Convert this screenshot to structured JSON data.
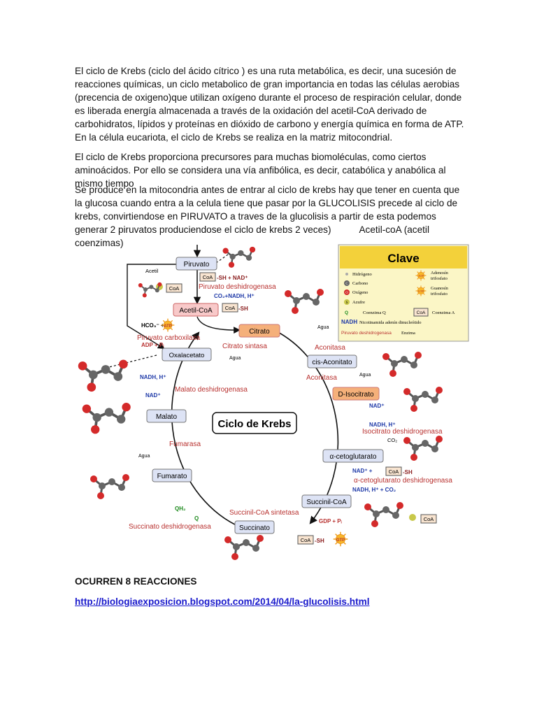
{
  "paragraphs": {
    "p1": "El ciclo de Krebs (ciclo del ácido cítrico ) es una ruta metabólica, es decir, una sucesión de reacciones químicas, un ciclo metabolico de gran importancia en todas las células aerobias (precencia de oxigeno)que utilizan oxígeno durante el proceso de respiración celular, donde es liberada energía almacenada a través de la oxidación del acetil-CoA derivado de carbohidratos, lípidos y proteínas en dióxido de carbono y energía química en forma de ATP. En la célula eucariota, el ciclo de Krebs se realiza en la matriz mitocondrial.",
    "p2": "El ciclo de Krebs proporciona precursores para muchas biomoléculas, como ciertos aminoácidos. Por ello se considera una vía anfibólica, es decir, catabólica y anabólica al mismo tiempo",
    "p3_main": "Se produce en la mitocondria antes de entrar al ciclo de krebs hay que tener en cuenta que la glucosa cuando entra a la celula tiene que pasar por la GLUCOLISIS precede al ciclo de krebs, convirtiendose en PIRUVATO a traves de la glucolisis a partir de esta podemos generar 2 piruvatos produciendose el ciclo de krebs 2 veces)",
    "p3_tail": "Acetil-coA (acetil coenzimas)"
  },
  "diagram": {
    "center_title": "Ciclo de Krebs",
    "metabolites": {
      "piruvato": "Piruvato",
      "acetil_coa": "Acetil-CoA",
      "citrato": "Citrato",
      "cis_aconitato": "cis-Aconitato",
      "d_isocitrato": "D-Isocitrato",
      "alfa_cetoglutarato": "α-cetoglutarato",
      "succinil_coa": "Succinil-CoA",
      "succinato": "Succinato",
      "fumarato": "Fumarato",
      "malato": "Malato",
      "oxalacetato": "Oxalacetato"
    },
    "enzymes": {
      "piruvato_deshidrogenasa": "Piruvato deshidrogenasa",
      "piruvato_carboxilasa": "Piruvato carboxilasa",
      "citrato_sintasa": "Citrato sintasa",
      "aconitasa_1": "Aconitasa",
      "aconitasa_2": "Aconitasa",
      "isocitrato_deshidrogenasa": "Isocitrato deshidrogenasa",
      "alfa_ceto_deshidrogenasa": "α-cetoglutarato deshidrogenasa",
      "succinil_coa_sintetasa": "Succinil-CoA sintetasa",
      "succinato_deshidrogenasa": "Succinato deshidrogenasa",
      "fumarasa": "Fumarasa",
      "malato_deshidrogenasa": "Malato deshidrogenasa"
    },
    "cofactors": {
      "acetil": "Acetil",
      "coa": "CoA",
      "sh_nad": "-SH + NAD⁺",
      "co2_nadh": "CO₂+NADH, H⁺",
      "sh": "-SH",
      "hco3": "HCO₃⁻ +",
      "atp": "ATP",
      "adp_pi": "ADP + Pᵢ",
      "agua": "Agua",
      "nadh_h": "NADH, H⁺",
      "nad": "NAD⁺",
      "nad_plus": "NAD⁺ +",
      "co2": "CO₂",
      "nadh_co2": "NADH, H⁺ + CO₂",
      "gdp_pi": "GDP + Pᵢ",
      "gtp": "GTP",
      "qh2": "QH₂",
      "q": "Q"
    },
    "legend": {
      "title": "Clave",
      "hidrogeno": "Hidrógeno",
      "carbono": "Carbono",
      "oxigeno": "Oxígeno",
      "azufre": "Azufre",
      "q_symbol": "Q",
      "coenzima_q": "Coenzima Q",
      "nadh_symbol": "NADH",
      "nadh_desc": "Nicotinamida adenín dinucleótido",
      "enzyme_sample": "Piruvato deshidrogenasa",
      "enzima": "Enzima",
      "atp_label": "ATP",
      "atp_desc_1": "Adenosín",
      "atp_desc_2": "trifosfato",
      "gtp_label": "GTP",
      "gtp_desc_1": "Guanosín",
      "gtp_desc_2": "trifosfato",
      "coa_label": "CoA",
      "coa_desc": "Coenzima A",
      "c_letter": "C",
      "h_letter": "H",
      "o_letter": "O",
      "s_letter": "S"
    },
    "colors": {
      "metabolite_fill": "#dde3f5",
      "citrate_fill": "#f5b07a",
      "acetyl_fill": "#f8c9c9",
      "enzyme_text": "#b8312f",
      "nadh_text": "#1f3aa8",
      "green_text": "#1d8a1d",
      "legend_title_bg": "#f3d13a",
      "legend_bg": "#fbf6c6",
      "oxygen": "#d42a2a",
      "carbon": "#666666",
      "atp_fill": "#f9b72a"
    }
  },
  "closing": "OCURREN 8 REACCIONES",
  "link": "http://biologiaexposicion.blogspot.com/2014/04/la-glucolisis.html"
}
